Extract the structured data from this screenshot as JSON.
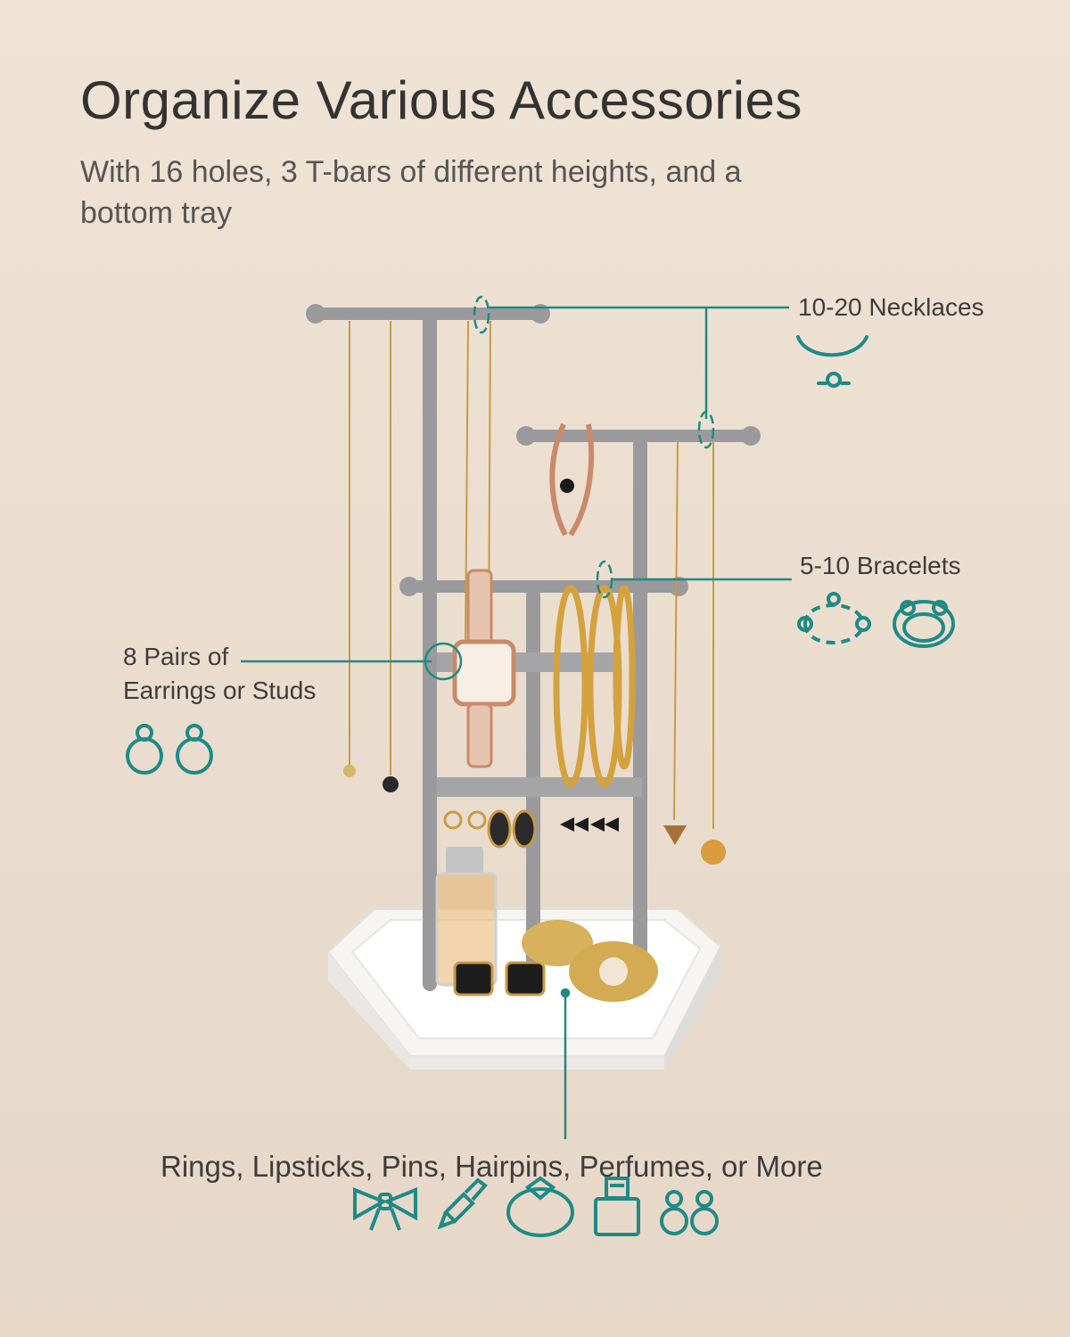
{
  "header": {
    "title": "Organize Various Accessories",
    "subtitle": "With 16 holes, 3 T-bars of different heights, and a bottom tray"
  },
  "callouts": {
    "necklaces": "10-20 Necklaces",
    "bracelets": "5-10 Bracelets",
    "earrings_line1": "8 Pairs of",
    "earrings_line2": "Earrings or Studs",
    "bottom": "Rings, Lipsticks, Pins, Hairpins, Perfumes, or More"
  },
  "colors": {
    "accent": "#1e8a86",
    "background": "#ecdfd0",
    "stand": "#9a9a9c",
    "tray": "#f7f6f3",
    "gold": "#c99a45"
  },
  "icons": [
    "necklace-icon",
    "bracelet-icon",
    "earring-icon",
    "bow-icon",
    "lipstick-icon",
    "ring-icon",
    "perfume-icon"
  ]
}
